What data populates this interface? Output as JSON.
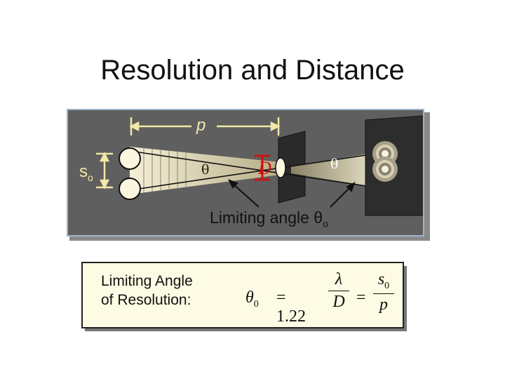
{
  "title": "Resolution and Distance",
  "diagram": {
    "p_label": "p",
    "s_label": "s",
    "s_sub": "o",
    "theta_near": "θ",
    "theta_far": "θ",
    "d_label": "D",
    "limiting_text": "Limiting angle θ",
    "limiting_sub": "o",
    "colors": {
      "background": "#5f5f5f",
      "beam": "#e8e1bf",
      "aperture": "#d01010",
      "annotation": "#f2e8a8"
    }
  },
  "formula_box": {
    "label_line1": "Limiting Angle",
    "label_line2": "of Resolution:",
    "theta": "θ",
    "theta_sub": "0",
    "equals1": "= 1.22",
    "lambda": "λ",
    "D": "D",
    "equals2": "=",
    "s": "s",
    "s_sub": "0",
    "p": "p"
  }
}
